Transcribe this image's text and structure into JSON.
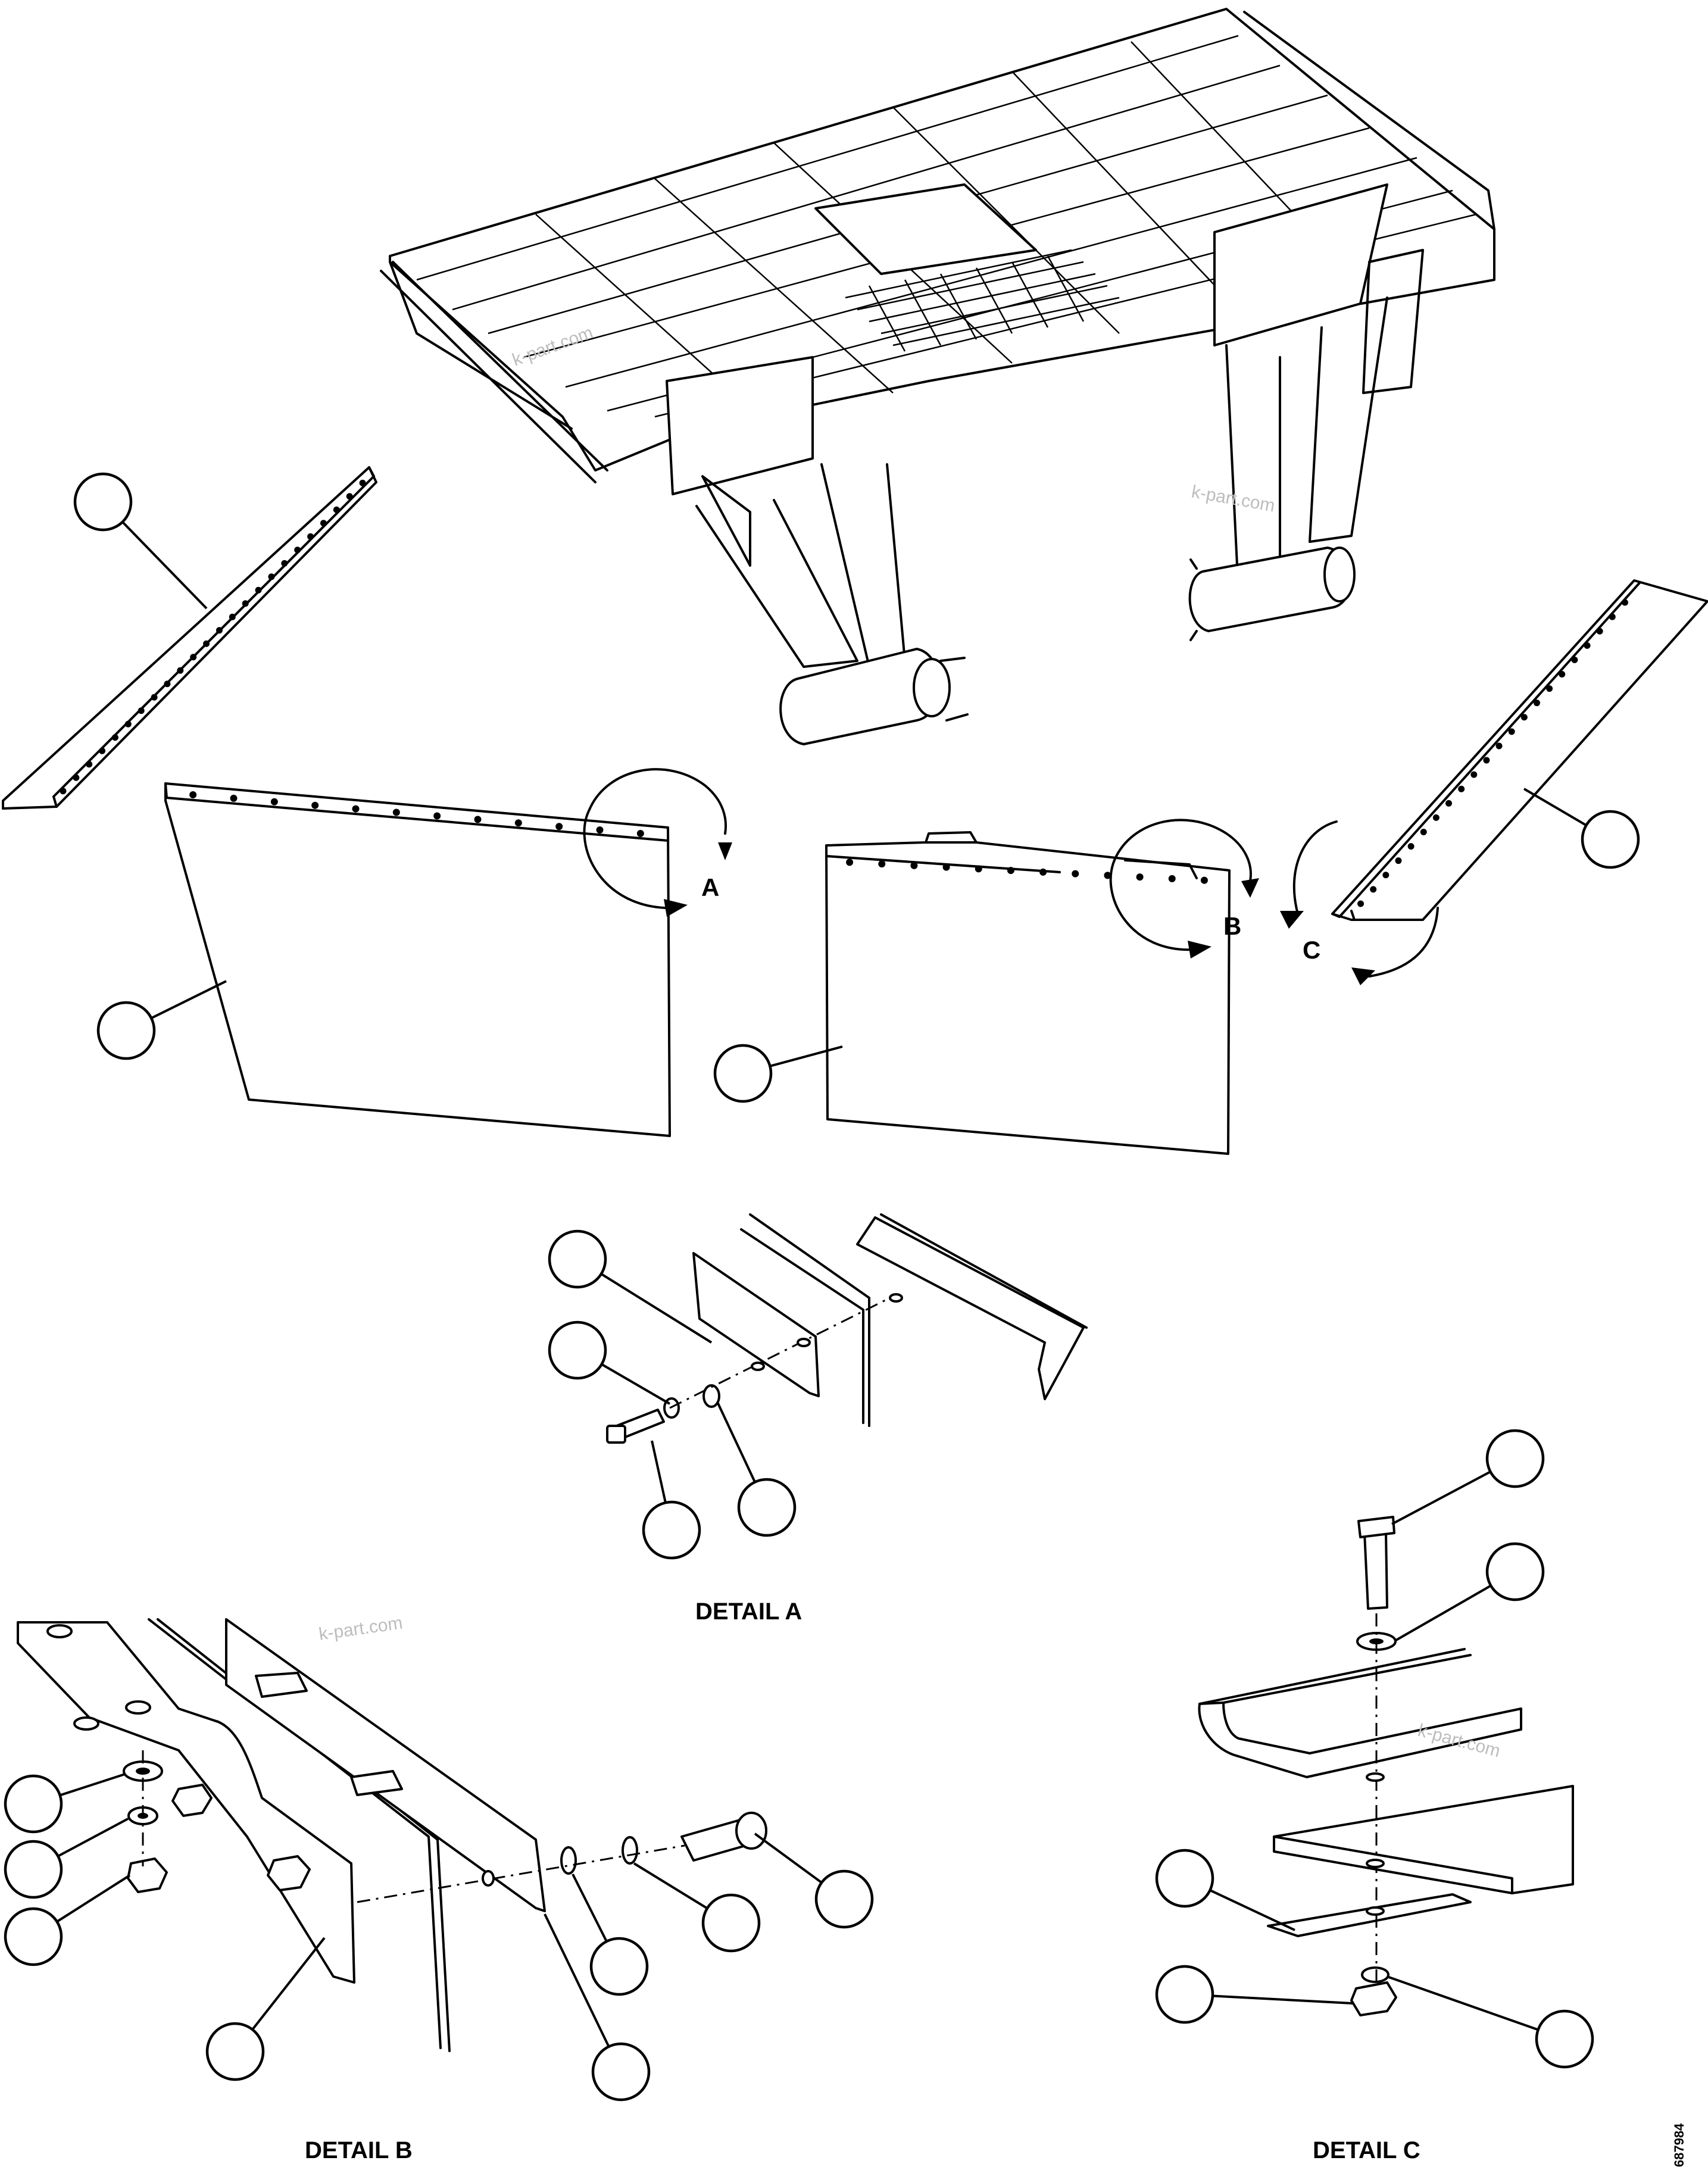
{
  "labels": {
    "view_a": "A",
    "view_b": "B",
    "view_c": "C",
    "detail_a_title": "DETAIL A",
    "detail_b_title": "DETAIL B",
    "detail_c_title": "DETAIL C",
    "drawing_number": "687984"
  },
  "watermarks": [
    "k-part.com",
    "k-part.com",
    "k-part.com",
    "k-part.com"
  ],
  "callouts": {
    "main": [
      {
        "id": "c-left-channel"
      },
      {
        "id": "c-left-panel"
      },
      {
        "id": "c-right-panel"
      },
      {
        "id": "c-right-channel"
      }
    ],
    "detail_a": [
      {
        "id": "a-strip"
      },
      {
        "id": "a-lockwasher"
      },
      {
        "id": "a-washer"
      },
      {
        "id": "a-bolt"
      }
    ],
    "detail_b": [
      {
        "id": "b-washer"
      },
      {
        "id": "b-lockwasher"
      },
      {
        "id": "b-nut"
      },
      {
        "id": "b-plate"
      },
      {
        "id": "b-flat-washer"
      },
      {
        "id": "b-washer-2"
      },
      {
        "id": "b-bolt"
      },
      {
        "id": "b-strip"
      }
    ],
    "detail_c": [
      {
        "id": "c-bolt"
      },
      {
        "id": "c-washer"
      },
      {
        "id": "c-strip"
      },
      {
        "id": "c-nut"
      },
      {
        "id": "c-lockwasher"
      }
    ]
  }
}
